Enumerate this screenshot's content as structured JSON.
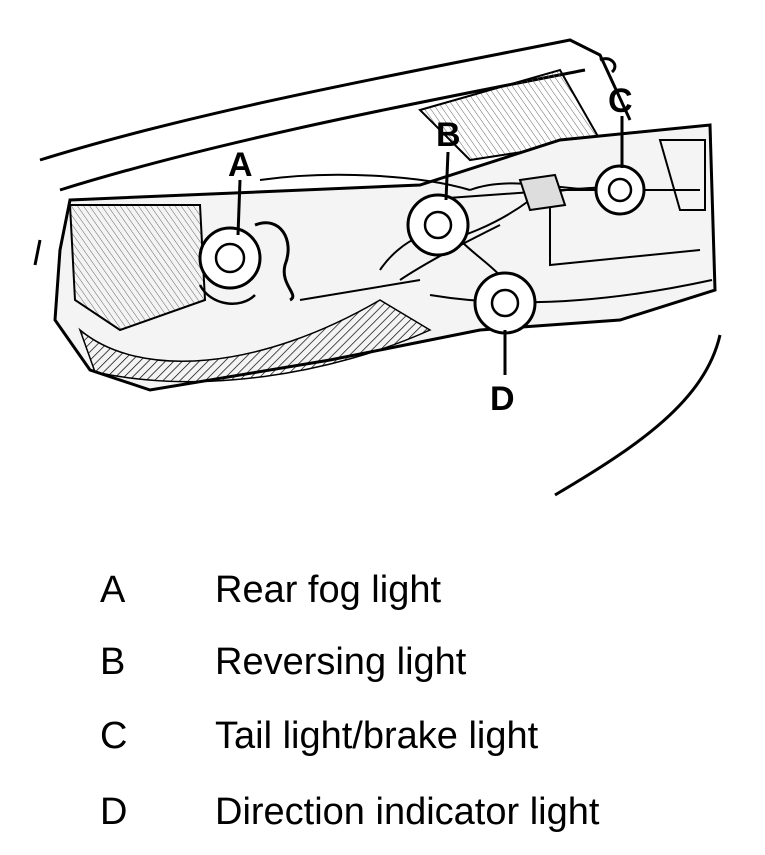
{
  "diagram": {
    "callouts": [
      {
        "id": "A"
      },
      {
        "id": "B"
      },
      {
        "id": "C"
      },
      {
        "id": "D"
      }
    ]
  },
  "legend": [
    {
      "key": "A",
      "text": "Rear fog light"
    },
    {
      "key": "B",
      "text": "Reversing light"
    },
    {
      "key": "C",
      "text": "Tail light/brake light"
    },
    {
      "key": "D",
      "text": "Direction indicator light"
    }
  ]
}
